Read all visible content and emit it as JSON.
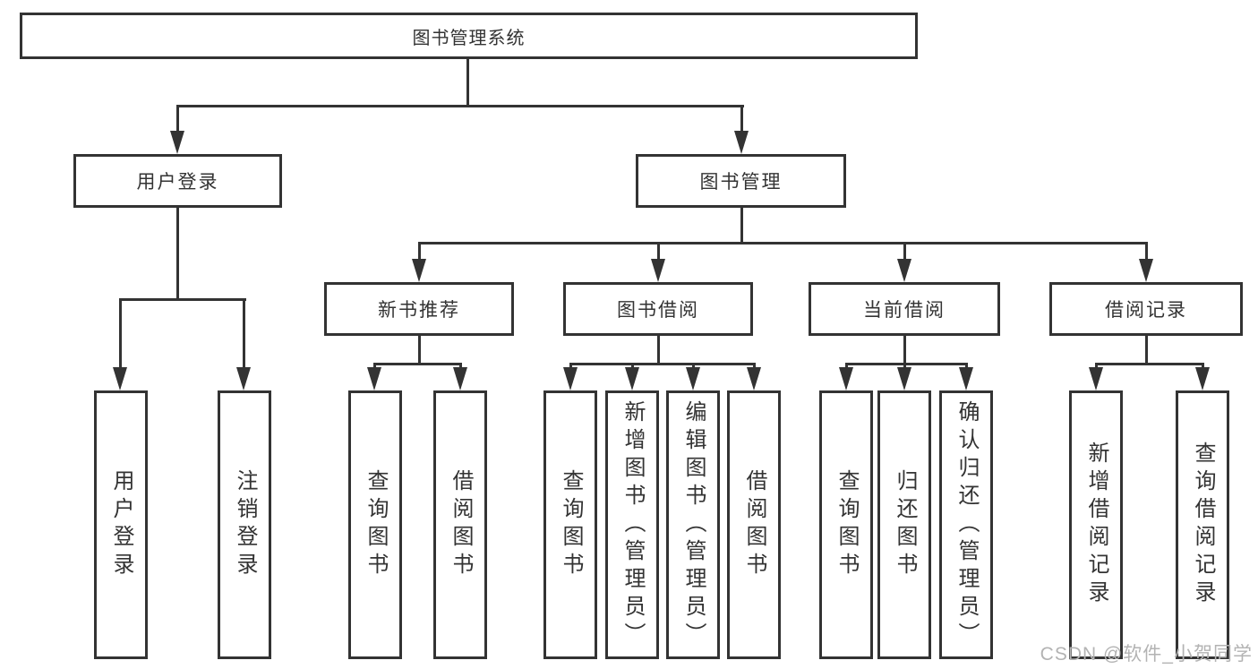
{
  "diagram": {
    "root": {
      "label": "图书管理系统"
    },
    "level1": [
      "用户登录",
      "图书管理"
    ],
    "level2": [
      "新书推荐",
      "图书借阅",
      "当前借阅",
      "借阅记录"
    ],
    "leaves": {
      "user_login": [
        "用户登录",
        "注销登录"
      ],
      "new_books": [
        "查询图书",
        "借阅图书"
      ],
      "book_borrow": [
        "查询图书",
        "新增图书（管理员）",
        "编辑图书（管理员）",
        "借阅图书"
      ],
      "current_borrow": [
        "查询图书",
        "归还图书",
        "确认归还（管理员）"
      ],
      "borrow_records": [
        "新增借阅记录",
        "查询借阅记录"
      ]
    },
    "watermark": "CSDN @软件_小贺同学",
    "colors": {
      "line": "#333333",
      "text": "#333333",
      "watermark": "#b3b3b3"
    }
  }
}
